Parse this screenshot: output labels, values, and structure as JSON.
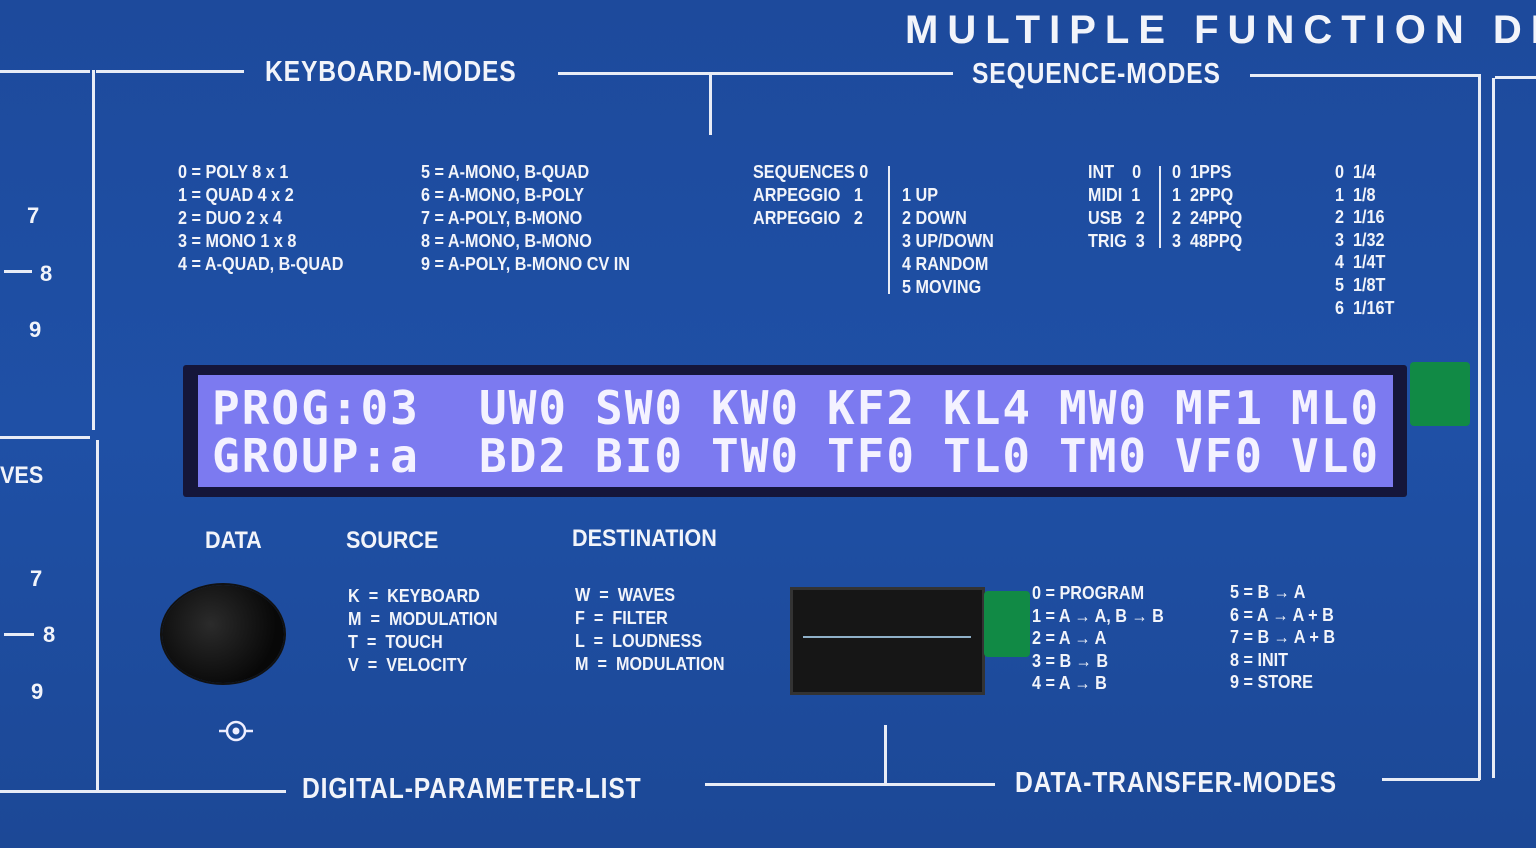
{
  "panel_title": "MULTIPLE FUNCTION DIG",
  "sections": {
    "keyboard_modes": "KEYBOARD-MODES",
    "sequence_modes": "SEQUENCE-MODES",
    "digital_parameter_list": "DIGITAL-PARAMETER-LIST",
    "data_transfer_modes": "DATA-TRANSFER-MODES"
  },
  "keyboard_modes": {
    "col1": [
      "0 = POLY 8 x 1",
      "1 = QUAD 4 x 2",
      "2 = DUO 2 x 4",
      "3 = MONO 1 x 8",
      "4 = A-QUAD, B-QUAD"
    ],
    "col2": [
      "5 = A-MONO, B-QUAD",
      "6 = A-MONO, B-POLY",
      "7 = A-POLY, B-MONO",
      "8 = A-MONO, B-MONO",
      "9 = A-POLY, B-MONO CV IN"
    ]
  },
  "sequence_modes": {
    "types": [
      "SEQUENCES 0",
      "ARPEGGIO   1",
      "ARPEGGIO   2"
    ],
    "directions": [
      "1 UP",
      "2 DOWN",
      "3 UP/DOWN",
      "4 RANDOM",
      "5 MOVING"
    ],
    "clock_sources": [
      "INT    0",
      "MIDI  1",
      "USB   2",
      "TRIG  3"
    ],
    "clock_rates": [
      "0  1PPS",
      "1  2PPQ",
      "2  24PPQ",
      "3  48PPQ"
    ],
    "divisions": [
      "0  1/4",
      "1  1/8",
      "2  1/16",
      "3  1/32",
      "4  1/4T",
      "5  1/8T",
      "6  1/16T"
    ]
  },
  "lcd": {
    "row1": [
      "PROG:03",
      "UW0",
      "SW0",
      "KW0",
      "KF2",
      "KL4",
      "MW0",
      "MF1",
      "ML0"
    ],
    "row2": [
      "GROUP:a",
      "BD2",
      "BI0",
      "TW0",
      "TF0",
      "TL0",
      "TM0",
      "VF0",
      "VL0"
    ]
  },
  "data_label": "DATA",
  "source": {
    "title": "SOURCE",
    "items": [
      "K  =  KEYBOARD",
      "M  =  MODULATION",
      "T  =  TOUCH",
      "V  =  VELOCITY"
    ]
  },
  "destination": {
    "title": "DESTINATION",
    "items": [
      "W  =  WAVES",
      "F  =  FILTER",
      "L  =  LOUDNESS",
      "M  =  MODULATION"
    ]
  },
  "data_transfer": {
    "col1": [
      "0 = PROGRAM",
      "1 = A → A, B → B",
      "2 = A → A",
      "3 = B → B",
      "4 = A → B"
    ],
    "col2": [
      "5 = B → A",
      "6 = A → A + B",
      "7 = B → A + B",
      "8 = INIT",
      "9 = STORE"
    ]
  },
  "left_edge": {
    "upper_scale": [
      "7",
      "8",
      "9"
    ],
    "lower_label": "VES",
    "lower_scale": [
      "7",
      "8",
      "9"
    ]
  },
  "colors": {
    "panel": "#1f4fa0",
    "lcd": "#7c7af0",
    "lcd_text": "#f4f2ff",
    "tab": "#118a45"
  }
}
